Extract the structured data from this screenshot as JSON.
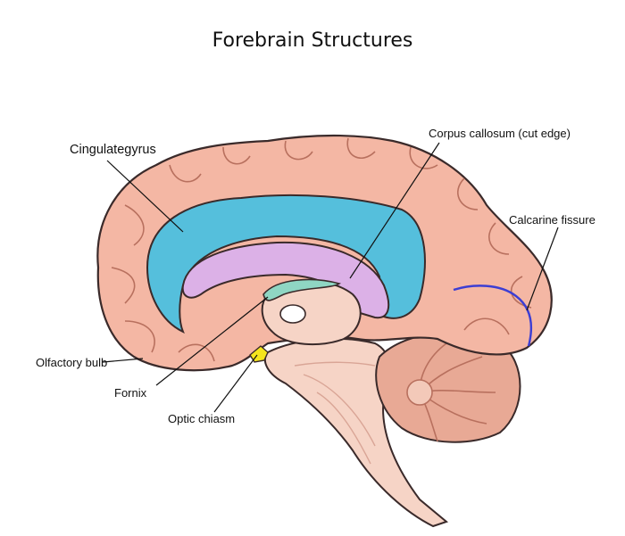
{
  "title": "Forebrain Structures",
  "labels": {
    "cingulate_gyrus": "Cingulategyrus",
    "corpus_callosum": "Corpus callosum (cut edge)",
    "calcarine_fissure": "Calcarine fissure",
    "olfactory_bulb": "Olfactory bulb",
    "fornix": "Fornix",
    "optic_chiasm": "Optic chiasm"
  },
  "colors": {
    "cortex": "#f4b7a4",
    "cortex_outline": "#3a2a2a",
    "cingulate_gyrus": "#55bfdc",
    "corpus_callosum": "#dcb1e7",
    "fornix": "#8fd6c3",
    "optic_chiasm": "#f5e51c",
    "calcarine_fissure": "#3c3ed3",
    "brainstem": "#f6d4c6",
    "cerebellum": "#e8a995"
  }
}
